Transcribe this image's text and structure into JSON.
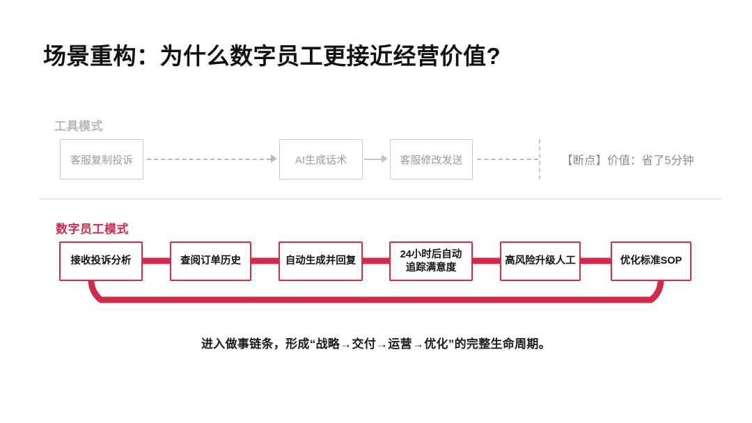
{
  "slide": {
    "title": "场景重构：为什么数字员工更接近经营价值?",
    "caption": "进入做事链条，形成“战略→交付→运营→优化”的完整生命周期。"
  },
  "colors": {
    "brand_red": "#d4294b",
    "muted_gray": "#9b9b9b",
    "border_gray": "#c9c9c9",
    "title_black": "#111111",
    "divider": "#e8e8e8"
  },
  "tool_mode": {
    "label": "工具模式",
    "steps": [
      {
        "text": "客服复制投诉"
      },
      {
        "text": "AI生成话术"
      },
      {
        "text": "客服修改发送"
      }
    ],
    "connectors": [
      {
        "kind": "dashed-arrow",
        "from": 0,
        "to": 1
      },
      {
        "kind": "solid-arrow",
        "from": 1,
        "to": 2
      },
      {
        "kind": "dashed-tail",
        "from": 2,
        "to": "break"
      }
    ],
    "break_marker": "断点分隔线",
    "value_text": "【断点】价值：省了5分钟"
  },
  "digital_employee_mode": {
    "label": "数字员工模式",
    "steps": [
      {
        "line1": "接收投诉分析",
        "line2": ""
      },
      {
        "line1": "查阅订单历史",
        "line2": ""
      },
      {
        "line1": "自动生成并回复",
        "line2": ""
      },
      {
        "line1": "24小时后自动",
        "line2": "追踪满意度"
      },
      {
        "line1": "高风险升级人工",
        "line2": ""
      },
      {
        "line1": "优化标准SOP",
        "line2": ""
      }
    ],
    "loop_shape": "closed-loop-track"
  }
}
